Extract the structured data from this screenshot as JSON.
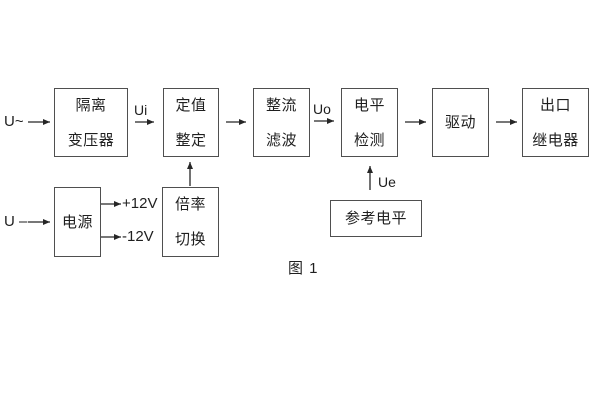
{
  "diagram": {
    "title_caption": "图 1",
    "inputs": {
      "ac": "U~",
      "dc": "U –"
    },
    "signals": {
      "ui": "Ui",
      "uo": "Uo",
      "ue": "Ue"
    },
    "power_rails": {
      "pos": "+12V",
      "neg": "-12V"
    },
    "blocks": [
      {
        "name": "isolation-transformer",
        "lines": [
          "隔离",
          "变压器"
        ]
      },
      {
        "name": "setting-adjust",
        "lines": [
          "定值",
          "整定"
        ]
      },
      {
        "name": "rectify-filter",
        "lines": [
          "整流",
          "滤波"
        ]
      },
      {
        "name": "level-detect",
        "lines": [
          "电平",
          "检测"
        ]
      },
      {
        "name": "drive",
        "lines": [
          "驱动"
        ]
      },
      {
        "name": "output-relay",
        "lines": [
          "出口",
          "继电器"
        ]
      },
      {
        "name": "power-supply",
        "lines": [
          "电源"
        ]
      },
      {
        "name": "ratio-switch",
        "lines": [
          "倍率",
          "切换"
        ]
      },
      {
        "name": "reference-level",
        "lines": [
          "参考电平"
        ]
      }
    ]
  },
  "colors": {
    "background": "#ffffff",
    "box_border": "#4f4f4f",
    "text": "#1f1f1f",
    "arrow": "#262626"
  }
}
